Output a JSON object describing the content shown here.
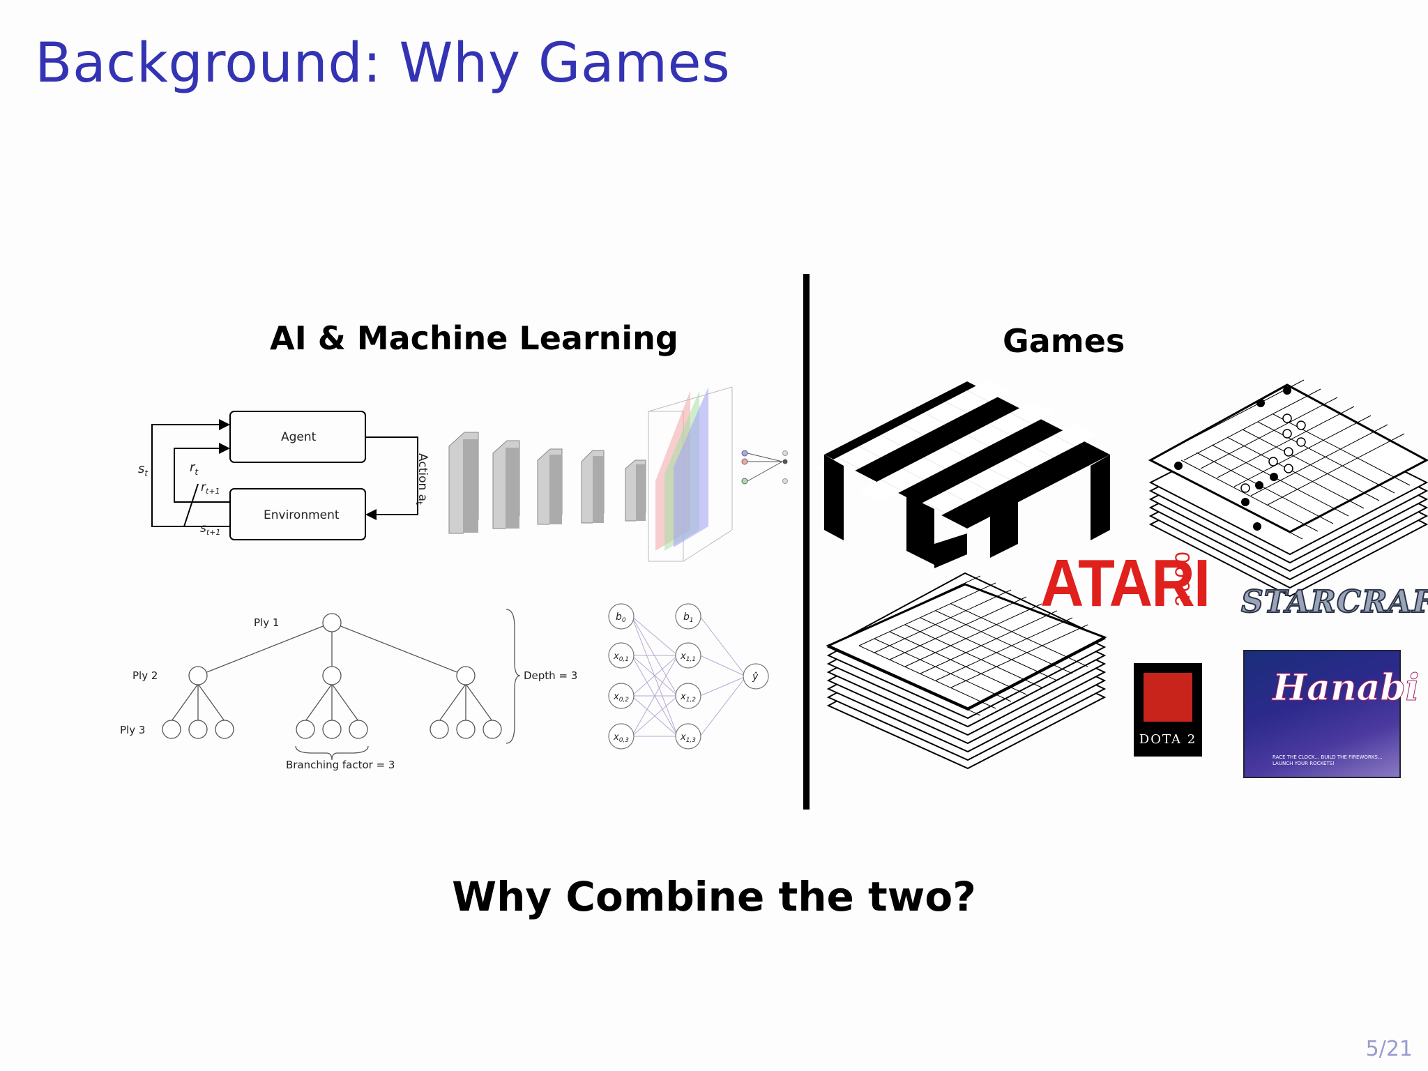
{
  "slide": {
    "title": "Background: Why Games",
    "left_heading": "AI & Machine Learning",
    "right_heading": "Games",
    "bottom_question": "Why Combine the two?",
    "page_number": "5/21"
  },
  "rl_diagram": {
    "agent_label": "Agent",
    "environment_label": "Environment",
    "action_label": "Action a",
    "action_sub": "t",
    "state_label": "s",
    "state_sub": "t",
    "reward_label": "r",
    "reward_sub": "t",
    "reward_next_label": "r",
    "reward_next_sub": "t+1",
    "state_next_label": "s",
    "state_next_sub": "t+1"
  },
  "tree_diagram": {
    "ply1": "Ply 1",
    "ply2": "Ply 2",
    "ply3": "Ply 3",
    "depth": "Depth = 3",
    "branching": "Branching factor = 3"
  },
  "nn_diagram": {
    "b0": "b",
    "b0_sub": "0",
    "b1": "b",
    "b1_sub": "1",
    "x01": "x",
    "x01_sub": "0,1",
    "x02": "x",
    "x02_sub": "0,2",
    "x03": "x",
    "x03_sub": "0,3",
    "x11": "x",
    "x11_sub": "1,1",
    "x12": "x",
    "x12_sub": "1,2",
    "x13": "x",
    "x13_sub": "1,3",
    "yhat": "ŷ"
  },
  "games": {
    "atari": "ATARI",
    "atari_model": "2600",
    "dota": "DOTA 2",
    "starcraft": "STARCRAFT",
    "hanabi": "Hanabi",
    "hanabi_tagline": "RACE THE CLOCK... BUILD THE FIREWORKS... LAUNCH YOUR ROCKETS!"
  },
  "colors": {
    "title": "#3333b3",
    "page_number": "#9a9ad2",
    "atari_red": "#e0201c",
    "dota_red": "#c8241c"
  }
}
